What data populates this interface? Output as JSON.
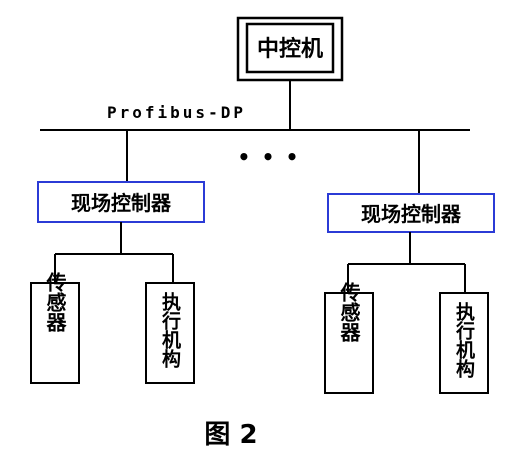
{
  "central": {
    "label": "中控机"
  },
  "bus": {
    "label": "Profibus-DP",
    "ellipsis": "• • •"
  },
  "controllers": [
    {
      "label": "现场控制器",
      "sensor": {
        "label": "传感器"
      },
      "actuator": {
        "label": "执行机构"
      }
    },
    {
      "label": "现场控制器",
      "sensor": {
        "label": "传感器"
      },
      "actuator": {
        "label": "执行机构"
      }
    }
  ],
  "caption": "图 2",
  "colors": {
    "line": "#000000",
    "controller_border": "#2b3bd6",
    "background": "#ffffff"
  }
}
